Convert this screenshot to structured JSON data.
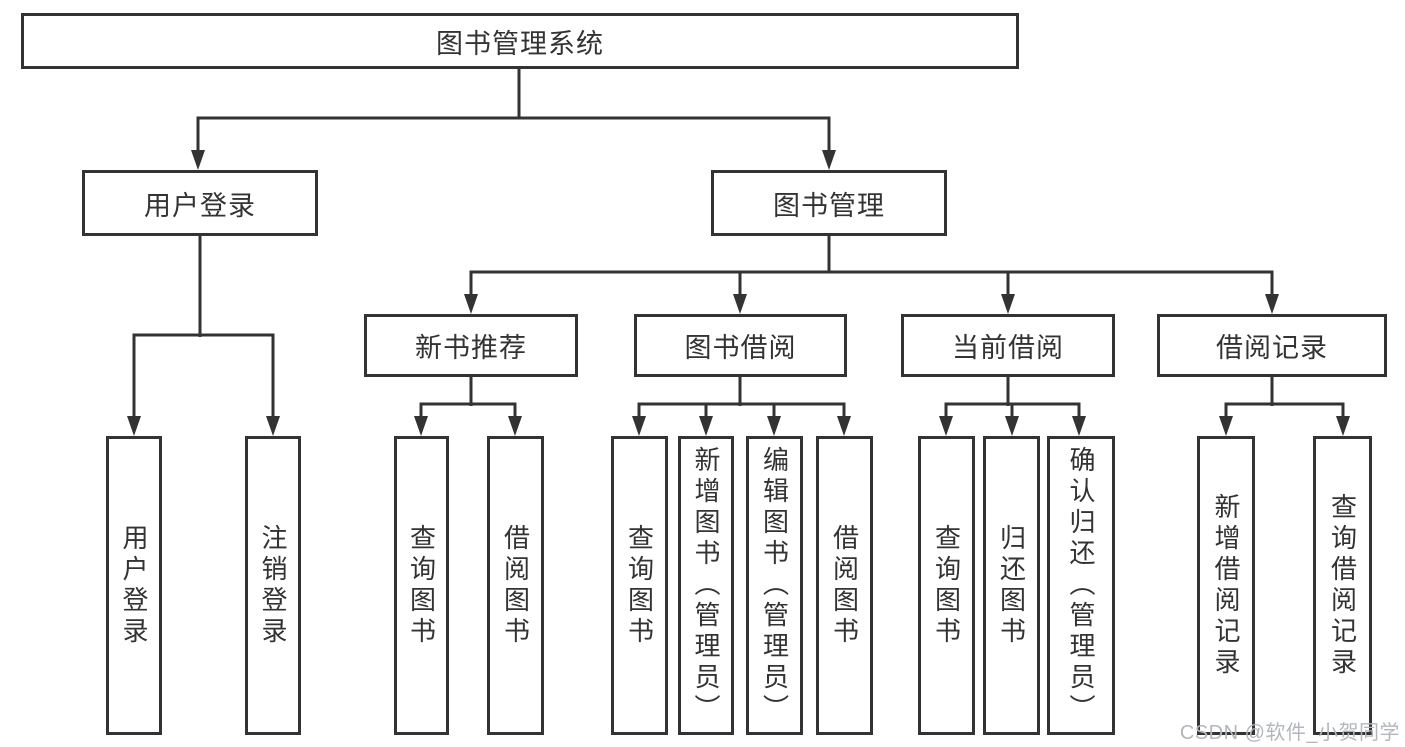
{
  "diagram": {
    "root": {
      "label": "图书管理系统",
      "children": [
        {
          "label": "用户登录",
          "children": [
            {
              "label": "用户登录"
            },
            {
              "label": "注销登录"
            }
          ]
        },
        {
          "label": "图书管理",
          "children": [
            {
              "label": "新书推荐",
              "children": [
                {
                  "label": "查询图书"
                },
                {
                  "label": "借阅图书"
                }
              ]
            },
            {
              "label": "图书借阅",
              "children": [
                {
                  "label": "查询图书"
                },
                {
                  "label": "新增图书（管理员）"
                },
                {
                  "label": "编辑图书（管理员）"
                },
                {
                  "label": "借阅图书"
                }
              ]
            },
            {
              "label": "当前借阅",
              "children": [
                {
                  "label": "查询图书"
                },
                {
                  "label": "归还图书"
                },
                {
                  "label": "确认归还（管理员）"
                }
              ]
            },
            {
              "label": "借阅记录",
              "children": [
                {
                  "label": "新增借阅记录"
                },
                {
                  "label": "查询借阅记录"
                }
              ]
            }
          ]
        }
      ]
    }
  },
  "watermark": {
    "text": "CSDN @软件_小贺同学"
  },
  "colors": {
    "line": "#333333",
    "text": "#333333",
    "box_bg": "#ffffff",
    "page_bg": "#ffffff",
    "watermark": "#b3b7bd"
  }
}
